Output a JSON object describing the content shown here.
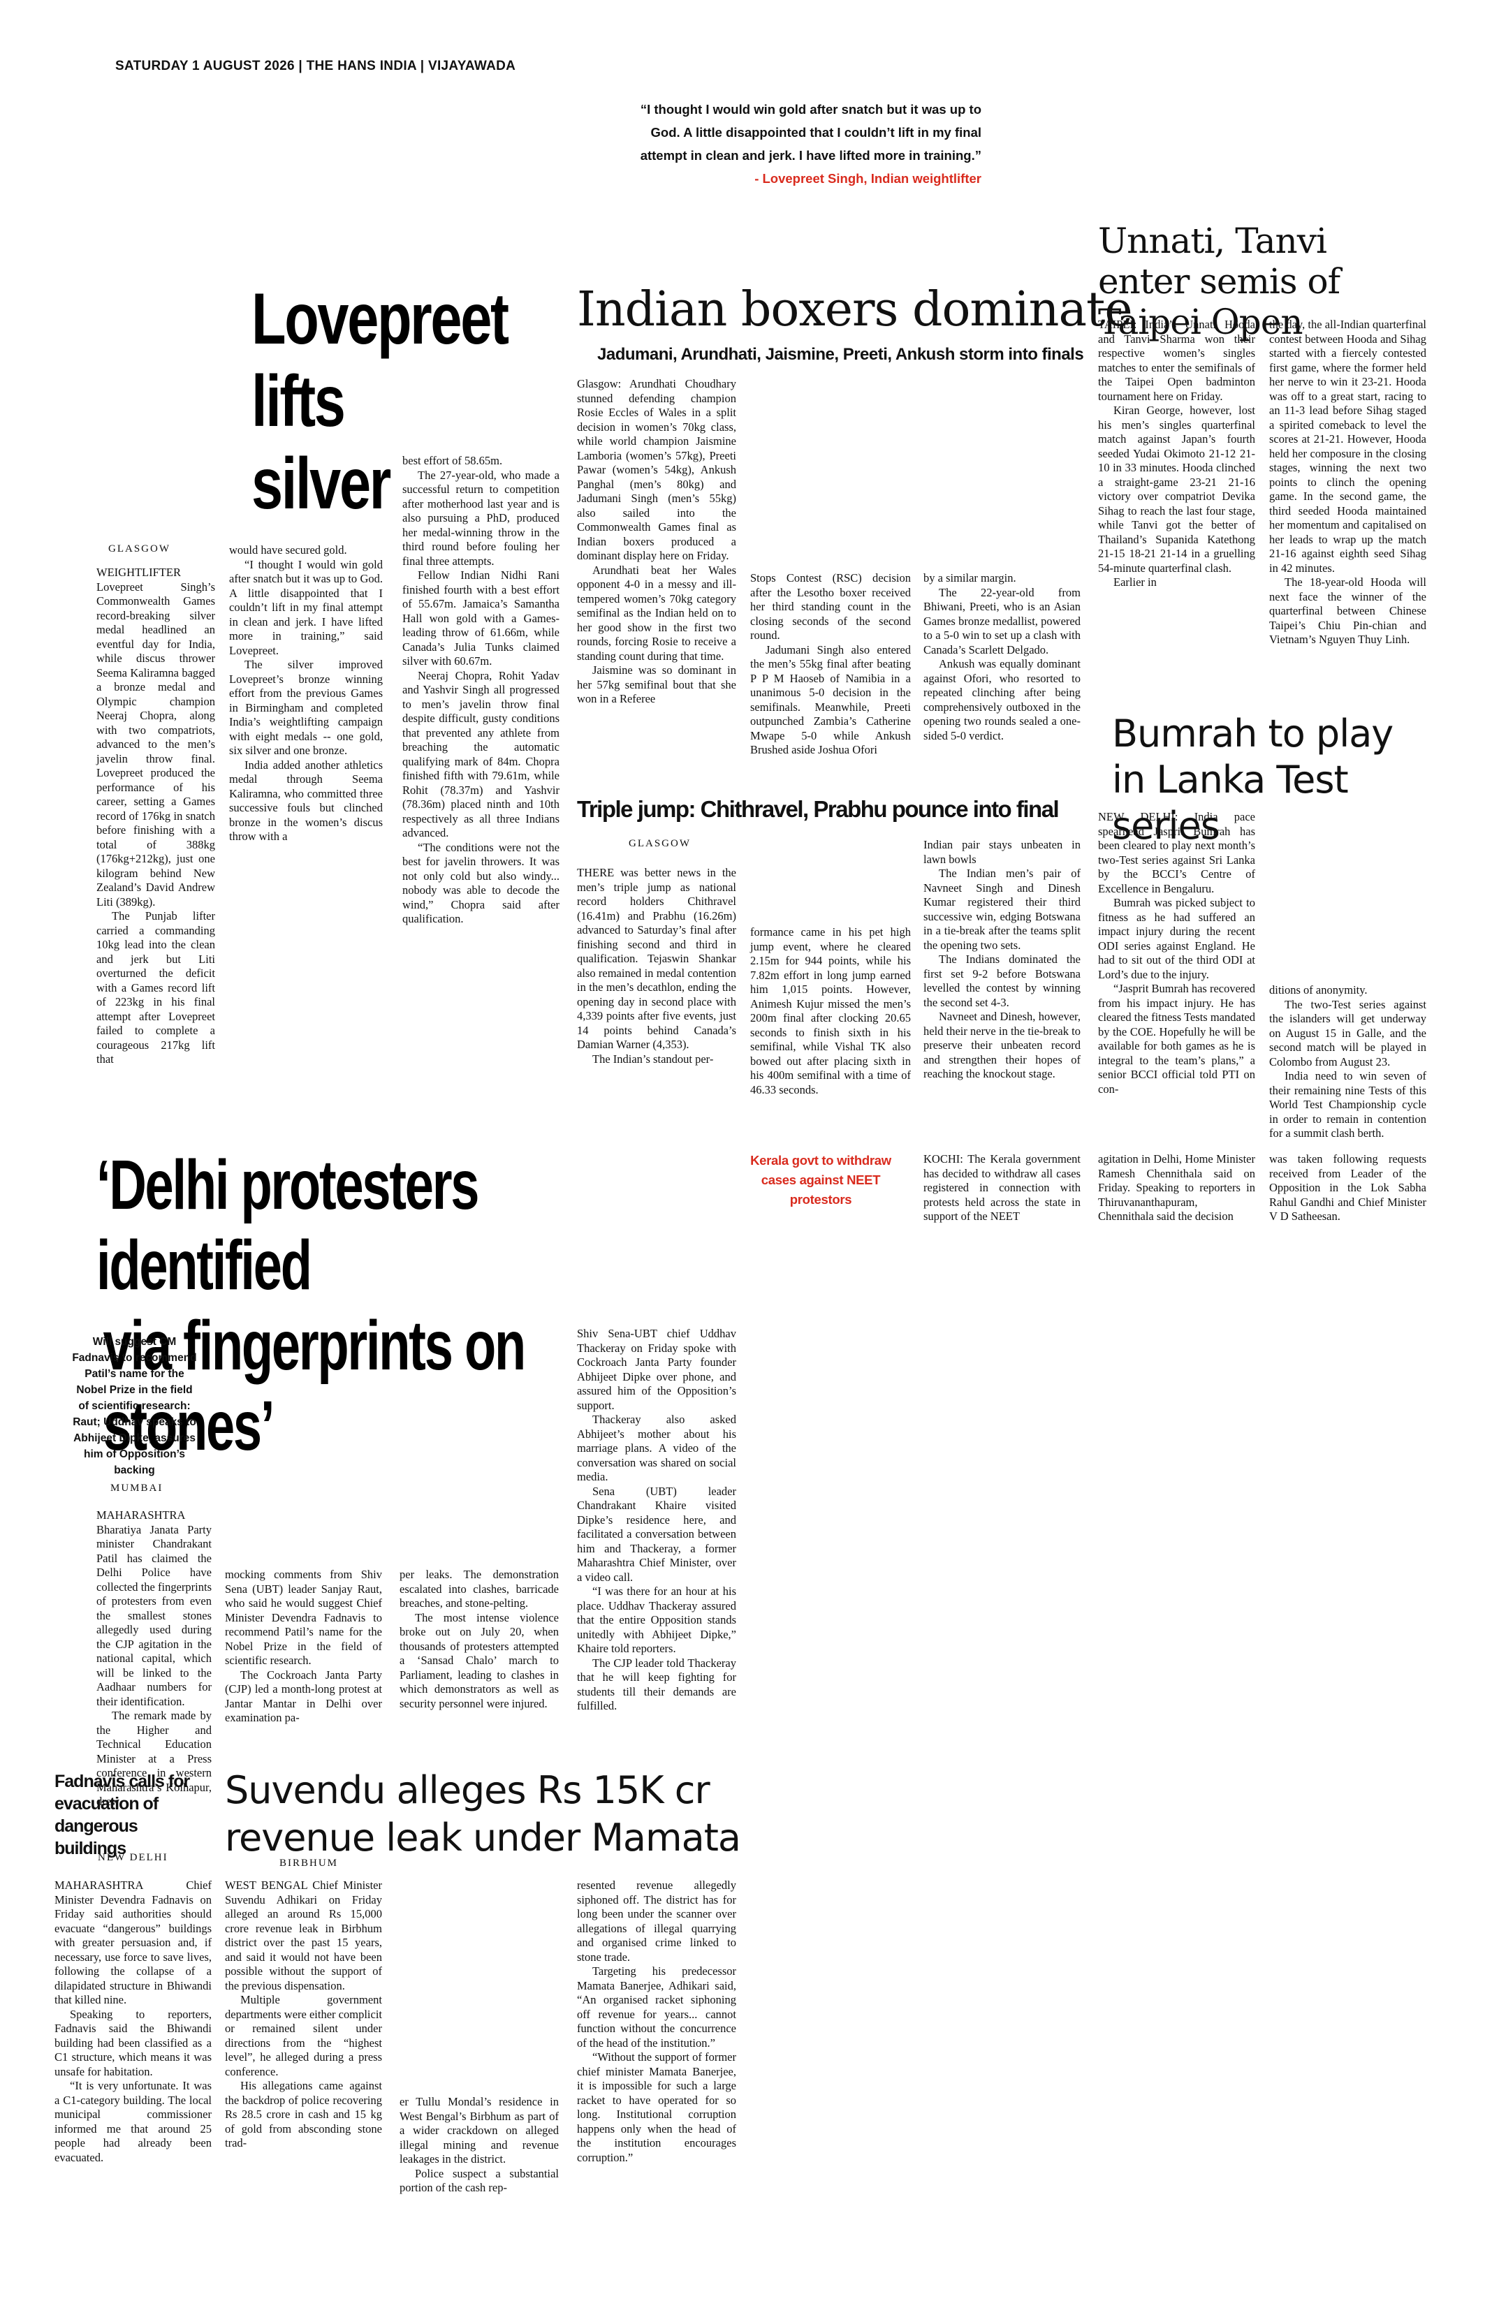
{
  "folio": "SATURDAY 1 AUGUST 2026 | THE HANS INDIA | VIJAYAWADA",
  "quote": {
    "text": "“I thought I would win gold after snatch but it was up to God. A little disappointed that I couldn’t lift in my final attempt in clean and jerk. I have lifted more in training.”",
    "attribution": "- Lovepreet Singh, Indian weightlifter"
  },
  "lovepreet": {
    "headline_line1": "Lovepreet",
    "headline_line2": "lifts silver",
    "dateline": "Glasgow",
    "col1": [
      "WEIGHTLIFTER Lovepreet Singh’s Commonwealth Games record-breaking silver medal headlined an eventful day for India, while discus thrower Seema Kaliramna bagged a bronze medal and Olympic champion Neeraj Chopra, along with two compatriots, advanced to the men’s javelin throw final. Lovepreet produced the performance of his career, setting a Games record of 176kg in snatch before finishing with a total of 388kg (176kg+212kg), just one kilogram behind New Zealand’s David Andrew Liti (389kg).",
      "The Punjab lifter carried a commanding 10kg lead into the clean and jerk but Liti overturned the deficit with a Games record lift of 223kg in his final attempt after Lovepreet failed to complete a courageous 217kg lift that"
    ],
    "col2": [
      "would have secured gold.",
      "“I thought I would win gold after snatch but it was up to God. A little disappointed that I couldn’t lift in my final attempt in clean and jerk. I have lifted more in training,” said Lovepreet.",
      "The silver improved Lovepreet’s bronze winning effort from the previous Games in Birmingham and completed India’s weightlifting campaign with eight medals -- one gold, six silver and one bronze.",
      "India added another athletics medal through Seema Kaliramna, who committed three successive fouls but clinched bronze in the women’s discus throw with a"
    ],
    "col3": [
      "best effort of 58.65m.",
      "The 27-year-old, who made a successful return to competition after motherhood last year and is also pursuing a PhD, produced her medal-winning throw in the third round before fouling her final three attempts.",
      "Fellow Indian Nidhi Rani finished fourth with a best effort of 55.67m. Jamaica’s Samantha Hall won gold with a Games-leading throw of 61.66m, while Canada’s Julia Tunks claimed silver with 60.67m.",
      "Neeraj Chopra, Rohit Yadav and Yashvir Singh all progressed to men’s javelin throw final despite difficult, gusty conditions that prevented any athlete from breaching the automatic qualifying mark of 84m. Chopra finished fifth with 79.61m, while Rohit (78.37m) and Yashvir (78.36m) placed ninth and 10th respectively as all three Indians advanced.",
      "“The conditions were not the best for javelin throwers. It was not only cold but also windy... nobody was able to decode the wind,” Chopra said after qualification."
    ]
  },
  "boxers": {
    "headline": "Indian boxers dominate",
    "deck": "Jadumani, Arundhati, Jaismine, Preeti, Ankush storm into finals",
    "col1": [
      "Glasgow: Arundhati Choudhary stunned defending champion Rosie Eccles of Wales in a split decision in women’s 70kg class, while world champion Jaismine Lamboria (women’s 57kg), Preeti Pawar (women’s 54kg), Ankush Panghal (men’s 80kg) and Jadumani Singh (men’s 55kg) also sailed into the Commonwealth Games final as Indian boxers produced a dominant display here on Friday.",
      "Arundhati beat her Wales opponent 4-0 in a messy and ill-tempered women’s 70kg category semifinal as the Indian held on to her good show in the first two rounds, forcing Rosie to receive a standing count during that time.",
      "Jaismine was so dominant in her 57kg semifinal bout that she won in a Referee"
    ],
    "col2": [
      "Stops Contest (RSC) decision after the Lesotho boxer received her third standing count in the closing seconds of the second round.",
      "Jadumani Singh also entered the men’s 55kg final after beating P P M Haoseb of Namibia in a unanimous 5-0 decision in the semifinals. Meanwhile, Preeti outpunched Zambia’s Catherine Mwape 5-0 while Ankush Brushed aside Joshua Ofori"
    ],
    "col3": [
      "by a similar margin.",
      "The 22-year-old from Bhiwani, Preeti, who is an Asian Games bronze medallist, powered to a 5-0 win to set up a clash with Canada’s Scarlett Delgado.",
      "Ankush was equally dominant against Ofori, who resorted to repeated clinching after being comprehensively outboxed in the opening two rounds sealed a one-sided 5-0 verdict."
    ]
  },
  "taipei": {
    "headline": "Unnati, Tanvi enter semis of Taipei Open",
    "col1": [
      "TAIPEI: India’s Unnati Hooda and Tanvi Sharma won their respective women’s singles matches to enter the semifinals of the Taipei Open badminton tournament here on Friday.",
      "Kiran George, however, lost his men’s singles quarterfinal match against Japan’s fourth seeded Yudai Okimoto 21-12 21-10 in 33 minutes. Hooda clinched a straight-game 23-21 21-16 victory over compatriot Devika Sihag to reach the last four stage, while Tanvi got the better of Thailand’s Supanida Katethong 21-15 18-21 21-14 in a gruelling 54-minute quarterfinal clash.",
      "Earlier in"
    ],
    "col2": [
      "the day, the all-Indian quarterfinal contest between Hooda and Sihag started with a fiercely contested first game, where the former held her nerve to win it 23-21. Hooda was off to a great start, racing to an 11-3 lead before Sihag staged a spirited comeback to level the scores at 21-21. However, Hooda held her composure in the closing stages, winning the next two points to clinch the opening game. In the second game, the third seeded Hooda maintained her momentum and capitalised on her leads to wrap up the match 21-16 against eighth seed Sihag in 42 minutes.",
      "The 18-year-old Hooda will next face the winner of the quarterfinal between Chinese Taipei’s Chiu Pin-chian and Vietnam’s Nguyen Thuy Linh."
    ]
  },
  "bumrah": {
    "headline": "Bumrah to play in Lanka Test series",
    "col1": [
      "NEW DELHI: India pace spearhead Jasprit Bumrah has been cleared to play next month’s two-Test series against Sri Lanka by the BCCI’s Centre of Excellence in Bengaluru.",
      "Bumrah was picked subject to fitness as he had suffered an impact injury during the recent ODI series against England. He had to sit out of the third ODI at Lord’s due to the injury.",
      "“Jasprit Bumrah has recovered from his impact injury. He has cleared the fitness Tests mandated by the COE. Hopefully he will be available for both games as he is integral to the team’s plans,” a senior BCCI official told PTI on con-"
    ],
    "col2": [
      "ditions of anonymity.",
      "The two-Test series against the islanders will get underway on August 15 in Galle, and the second match will be played in Colombo from August 23.",
      "India need to win seven of their remaining nine Tests of this World Test Championship cycle in order to remain in contention for a summit clash berth."
    ]
  },
  "triple": {
    "headline": "Triple jump: Chithravel, Prabhu pounce into final",
    "dateline": "Glasgow",
    "col1": [
      "THERE was better news in the men’s triple jump as national record holders Chithravel (16.41m) and Prabhu (16.26m) advanced to Saturday’s final after finishing second and third in qualification. Tejaswin Shankar also remained in medal contention in the men’s decathlon, ending the opening day in second place with 4,339 points after five events, just 14 points behind Canada’s Damian Warner (4,353).",
      "The Indian’s standout per-"
    ],
    "col2": [
      "formance came in his pet high jump event, where he cleared 2.15m for 944 points, while his 7.82m effort in long jump earned him 1,015 points. However, Animesh Kujur missed the men’s 200m final after clocking 20.65 seconds to finish sixth in his semifinal, while Vishal TK also bowed out after placing sixth in his 400m semifinal with a time of 46.33 seconds."
    ],
    "col3": [
      "Indian pair stays unbeaten in lawn bowls",
      "The Indian men’s pair of Navneet Singh and Dinesh Kumar registered their third successive win, edging Botswana in a tie-break after the teams split the opening two sets.",
      "The Indians dominated the first set 9-2 before Botswana levelled the contest by winning the second set 4-3.",
      "Navneet and Dinesh, however, held their nerve in the tie-break to preserve their unbeaten record and strengthen their hopes of reaching the knockout stage."
    ]
  },
  "delhi": {
    "headline_line1": "‘Delhi protesters identified",
    "headline_line2": "via fingerprints on stones’",
    "deck": "Will suggest CM Fadnavis to recommend Patil’s name for the Nobel Prize in the field of scientific research: Raut; Uddhav speaks to Abhijeet Dipke, assures him of Opposition’s backing",
    "dateline": "Mumbai",
    "col1": [
      "MAHARASHTRA Bharatiya Janata Party minister Chandrakant Patil has claimed the Delhi Police have collected the fingerprints of protesters from even the smallest stones allegedly used during the CJP agitation in the national capital, which will be linked to the Aadhaar numbers for their identification.",
      "The remark made by the Higher and Technical Education Minister at a Press conference in western Maharashtra’s Kolhapur, drew"
    ],
    "col2": [
      "mocking comments from Shiv Sena (UBT) leader Sanjay Raut, who said he would suggest Chief Minister Devendra Fadnavis to recommend Patil’s name for the Nobel Prize in the field of scientific research.",
      "The Cockroach Janta Party (CJP) led a month-long protest at Jantar Mantar in Delhi over examination pa-"
    ],
    "col3": [
      "per leaks. The demonstration escalated into clashes, barricade breaches, and stone-pelting.",
      "The most intense violence broke out on July 20, when thousands of protesters attempted a ‘Sansad Chalo’ march to Parliament, leading to clashes in which demonstrators as well as security personnel were injured."
    ],
    "col4": [
      "Shiv Sena-UBT chief Uddhav Thackeray on Friday spoke with Cockroach Janta Party founder Abhijeet Dipke over phone, and assured him of the Opposition’s support.",
      "Thackeray also asked Abhijeet’s mother about his marriage plans. A video of the conversation was shared on social media.",
      "Sena (UBT) leader Chandrakant Khaire visited Dipke’s residence here, and facilitated a conversation between him and Thackeray, a former Maharashtra Chief Minister, over a video call.",
      "“I was there for an hour at his place. Uddhav Thackeray assured that the entire Opposition stands unitedly with Abhijeet Dipke,” Khaire told reporters.",
      "The CJP leader told Thackeray that he will keep fighting for students till their demands are fulfilled."
    ]
  },
  "kerala": {
    "headline": "Kerala govt to withdraw cases against NEET protestors",
    "col1": [
      "KOCHI: The Kerala government has decided to withdraw all cases registered in connection with protests held across the state in support of the NEET"
    ],
    "col2": [
      "agitation in Delhi, Home Minister Ramesh Chennithala said on Friday. Speaking to reporters in Thiruvananthapuram, Chennithala said the decision"
    ],
    "col3": [
      "was taken following requests received from Leader of the Opposition in the Lok Sabha Rahul Gandhi and Chief Minister V D Satheesan."
    ]
  },
  "fadnavis": {
    "headline": "Fadnavis calls for evacuation of dangerous buildings",
    "dateline": "New Delhi",
    "col1": [
      "MAHARASHTRA Chief Minister Devendra Fadnavis on Friday said authorities should evacuate “dangerous” buildings with greater persuasion and, if necessary, use force to save lives, following the collapse of a dilapidated structure in Bhiwandi that killed nine.",
      "Speaking to reporters, Fadnavis said the Bhiwandi building had been classified as a C1 structure, which means it was unsafe for habitation.",
      "“It is very unfortunate. It was a C1-category building. The local municipal commissioner informed me that around 25 people had already been evacuated."
    ]
  },
  "suvendu": {
    "headline": "Suvendu alleges Rs 15K cr revenue leak under Mamata",
    "dateline": "Birbhum",
    "col1": [
      "WEST BENGAL Chief Minister Suvendu Adhikari on Friday alleged an around Rs 15,000 crore revenue leak in Birbhum district over the past 15 years, and said it would not have been possible without the support of the previous dispensation.",
      "Multiple government departments were either complicit or remained silent under directions from the “highest level”, he alleged during a press conference.",
      "His allegations came against the backdrop of police recovering Rs 28.5 crore in cash and 15 kg of gold from absconding stone trad-"
    ],
    "col2": [
      "er Tullu Mondal’s residence in West Bengal’s Birbhum as part of a wider crackdown on alleged illegal mining and revenue leakages in the district.",
      "Police suspect a substantial portion of the cash rep-"
    ],
    "col3": [
      "resented revenue allegedly siphoned off. The district has for long been under the scanner over allegations of illegal quarrying and organised crime linked to stone trade.",
      "Targeting his predecessor Mamata Banerjee, Adhikari said, “An organised racket siphoning off revenue for years... cannot function without the concurrence of the head of the institution.”",
      "“Without the support of former chief minister Mamata Banerjee, it is impossible for such a large racket to have operated for so long. Institutional corruption happens only when the head of the institution encourages corruption.”"
    ]
  }
}
